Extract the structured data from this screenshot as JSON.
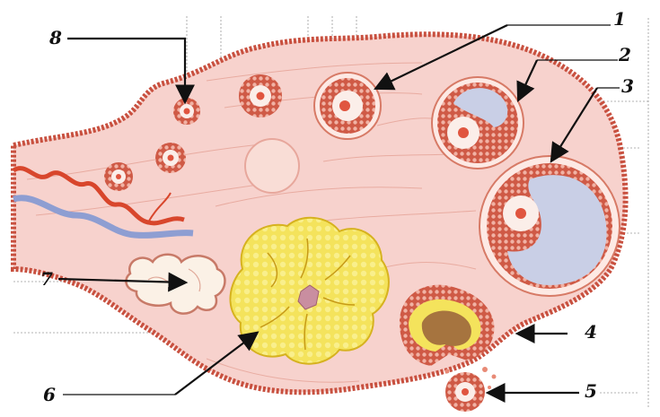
{
  "diagram": {
    "labels": [
      {
        "id": "label-1",
        "text": "1"
      },
      {
        "id": "label-2",
        "text": "2"
      },
      {
        "id": "label-3",
        "text": "3"
      },
      {
        "id": "label-4",
        "text": "4"
      },
      {
        "id": "label-5",
        "text": "5"
      },
      {
        "id": "label-6",
        "text": "6"
      },
      {
        "id": "label-7",
        "text": "7"
      },
      {
        "id": "label-8",
        "text": "8"
      }
    ],
    "colors": {
      "stroma": "#f7d2cd",
      "stroma_lines": "#e7a79c",
      "surface_epithelium": "#c8503f",
      "granulosa": "#cf5a46",
      "corpus_luteum": "#f4e35c",
      "antrum_fluid": "#c9cfe6",
      "artery": "#d8462c",
      "vein": "#8e9ed2",
      "albicans": "#fbf1e6",
      "leader": "#111111"
    }
  }
}
